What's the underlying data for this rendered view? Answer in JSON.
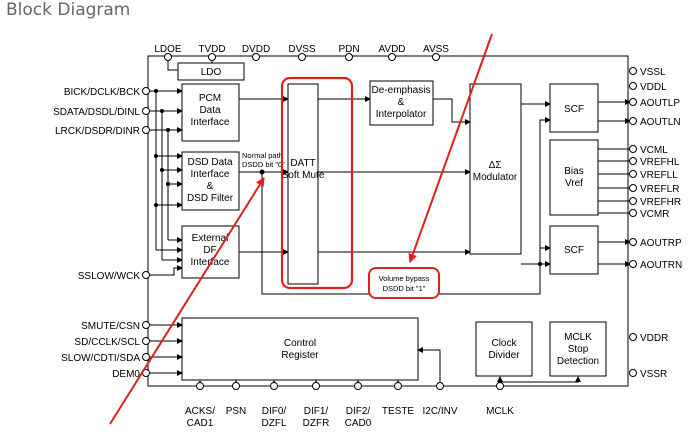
{
  "heading": "Block Diagram",
  "top_pins": [
    "LDOE",
    "TVDD",
    "DVDD",
    "DVSS",
    "PDN",
    "AVDD",
    "AVSS"
  ],
  "left_pins": [
    "BICK/DCLK/BCK",
    "SDATA/DSDL/DINL",
    "LRCK/DSDR/DINR",
    "SSLOW/WCK",
    "SMUTE/CSN",
    "SD/CCLK/SCL",
    "SLOW/CDTI/SDA",
    "DEM0"
  ],
  "right_pins": [
    "VSSL",
    "VDDL",
    "AOUTLP",
    "AOUTLN",
    "VCML",
    "VREFHL",
    "VREFLL",
    "VREFLR",
    "VREFHR",
    "VCMR",
    "AOUTRP",
    "AOUTRN",
    "VDDR",
    "VSSR"
  ],
  "bottom_pins": [
    {
      "l1": "ACKS/",
      "l2": "CAD1"
    },
    {
      "l1": "PSN",
      "l2": ""
    },
    {
      "l1": "DIF0/",
      "l2": "DZFL"
    },
    {
      "l1": "DIF1/",
      "l2": "DZFR"
    },
    {
      "l1": "DIF2/",
      "l2": "CAD0"
    },
    {
      "l1": "TESTE",
      "l2": ""
    },
    {
      "l1": "I2C/INV",
      "l2": ""
    },
    {
      "l1": "MCLK",
      "l2": ""
    }
  ],
  "blocks": {
    "ldo": "LDO",
    "pcm": [
      "PCM",
      "Data",
      "Interface"
    ],
    "dsd": [
      "DSD Data",
      "Interface",
      "&",
      "DSD Filter"
    ],
    "extdf": [
      "External",
      "DF",
      "Interface"
    ],
    "datt": [
      "DATT",
      "Soft Mute"
    ],
    "deemph": [
      "De-emphasis",
      "&",
      "Interpolator"
    ],
    "modulator": [
      "ΔΣ",
      "Modulator"
    ],
    "scf_top": "SCF",
    "scf_bottom": "SCF",
    "bias": [
      "Bias",
      "Vref"
    ],
    "control": [
      "Control",
      "Register"
    ],
    "clock": [
      "Clock",
      "Divider"
    ],
    "mclk_stop": [
      "MCLK",
      "Stop",
      "Detection"
    ]
  },
  "annotations": {
    "normal_path": [
      "Normal path",
      "DSDD bit \"0\""
    ],
    "volume_bypass": [
      "Volume bypass",
      "DSDD bit \"1\""
    ]
  },
  "colors": {
    "highlight": "#e0201c",
    "line": "#000000",
    "heading": "#666666"
  }
}
